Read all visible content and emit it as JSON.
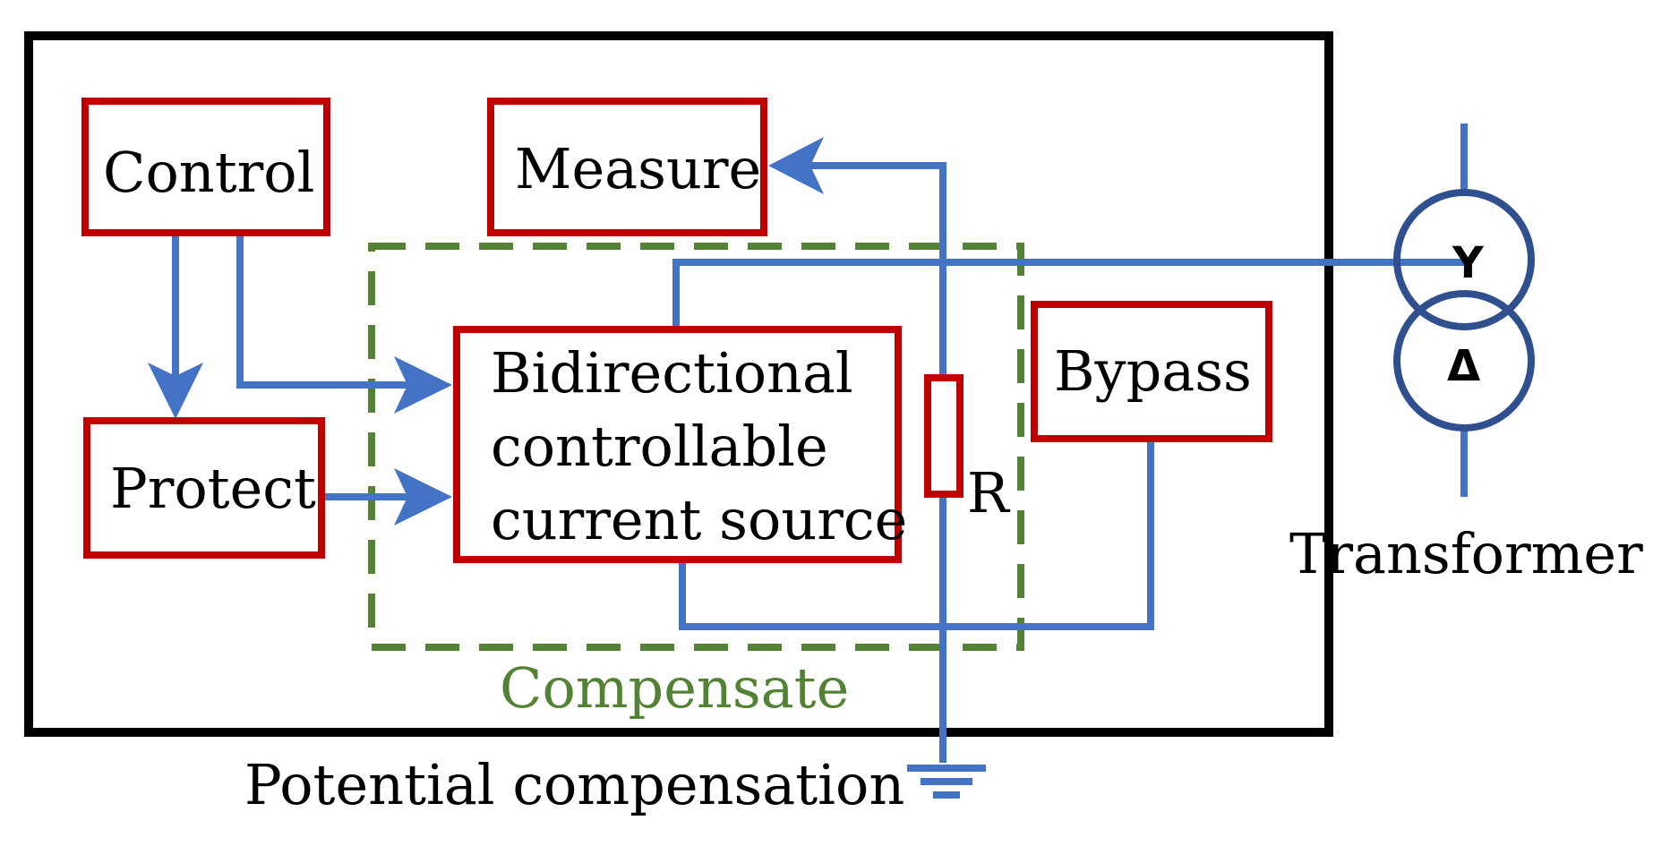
{
  "blocks": {
    "control": "Control",
    "measure": "Measure",
    "protect": "Protect",
    "source_line1": "Bidirectional",
    "source_line2": "controllable",
    "source_line3": "current source",
    "bypass": "Bypass",
    "resistor": "R"
  },
  "labels": {
    "compensate": "Compensate",
    "potential_compensation": "Potential compensation",
    "transformer": "Transformer",
    "wye_symbol": "Y",
    "delta_symbol": "Δ"
  },
  "colors": {
    "frame": "#000000",
    "block_border": "#c00000",
    "wire": "#4472c4",
    "compensate_group": "#548235",
    "transformer": "#2f4f8f",
    "text": "#000000"
  }
}
